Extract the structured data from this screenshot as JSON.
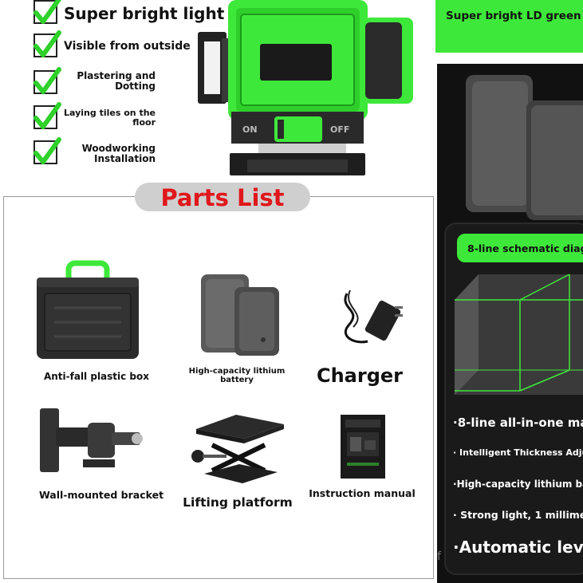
{
  "features": [
    {
      "label": "Super bright light"
    },
    {
      "label": "Visible from outside"
    },
    {
      "label": "Plastering and Dotting"
    },
    {
      "label": "Laying tiles on the floor"
    },
    {
      "label": "Woodworking Installation"
    }
  ],
  "device": {
    "switch_on": "ON",
    "switch_off": "OFF"
  },
  "right_panel": {
    "banner": "Super bright LD green",
    "diagram_label": "8-line schematic diag",
    "bullets": [
      "8-line all-in-one ma",
      "Intelligent Thickness Adju",
      "High-capacity lithium ba",
      "Strong light, 1 millime",
      "Automatic leve"
    ],
    "stray": "f"
  },
  "parts": {
    "title": "Parts List",
    "items": [
      {
        "label": "Anti-fall plastic box"
      },
      {
        "label": "High-capacity lithium battery"
      },
      {
        "label": "Charger"
      },
      {
        "label": "Wall-mounted bracket"
      },
      {
        "label": "Lifting platform"
      },
      {
        "label": "Instruction manual"
      }
    ]
  },
  "colors": {
    "accent_green": "#3ee83a",
    "title_red": "#e0171b",
    "dark_panel": "#111111"
  }
}
